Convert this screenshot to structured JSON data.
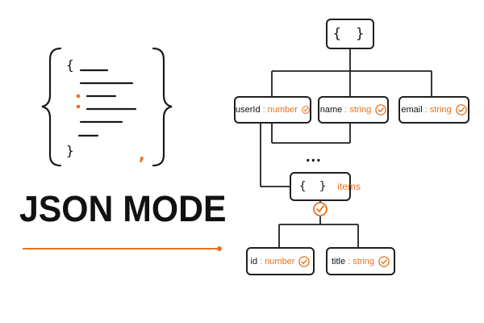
{
  "title": "JSON MODE",
  "colors": {
    "accent": "#E8711C",
    "ink": "#111111"
  },
  "illustration": {
    "lines": [
      "{",
      "}",
      ","
    ]
  },
  "tree": {
    "root": {
      "label": "{ }"
    },
    "fields": [
      {
        "key": "userId",
        "type": "number",
        "icon": "check-circle-icon"
      },
      {
        "key": "name",
        "type": "string",
        "icon": "check-circle-icon"
      },
      {
        "key": "email",
        "type": "string",
        "icon": "check-circle-icon"
      }
    ],
    "ellipsis": "...",
    "items_node": {
      "braces": "{ }",
      "label": "items",
      "icon": "check-circle-icon"
    },
    "item_fields": [
      {
        "key": "id",
        "type": "number",
        "icon": "check-circle-icon"
      },
      {
        "key": "title",
        "type": "string",
        "icon": "check-circle-icon"
      }
    ]
  }
}
